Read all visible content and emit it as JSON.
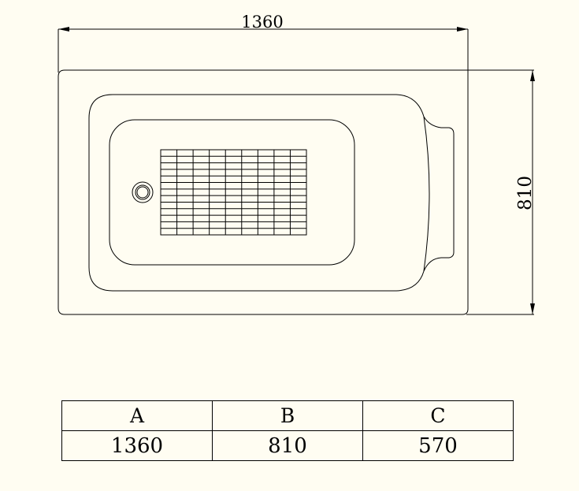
{
  "dimensions": {
    "width_label": "1360",
    "height_label": "810"
  },
  "spec_table": {
    "headers": [
      "A",
      "B",
      "C"
    ],
    "values": [
      "1360",
      "810",
      "570"
    ]
  },
  "colors": {
    "background": "#FFFDF2",
    "line": "#000000"
  },
  "drain_grate": {
    "columns": 9,
    "rows": 13
  }
}
